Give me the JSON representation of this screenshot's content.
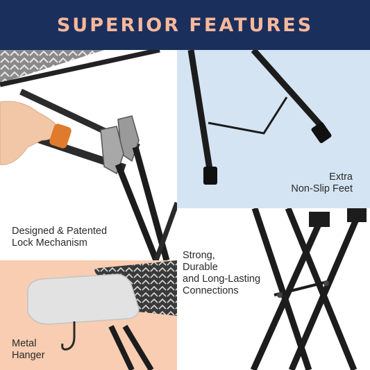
{
  "banner": {
    "title": "SUPERIOR FEATURES"
  },
  "features": {
    "lock": {
      "line1": "Designed & Patented",
      "line2": "Lock Mechanism"
    },
    "feet": {
      "line1": "Extra",
      "line2": "Non-Slip Feet"
    },
    "connections": {
      "line1": "Strong,",
      "line2": "Durable",
      "line3": "and Long-Lasting",
      "line4": "Connections"
    },
    "hanger": {
      "line1": "Metal",
      "line2": "Hanger"
    }
  },
  "colors": {
    "banner_bg": "#1b2f5c",
    "banner_text": "#f6b89c",
    "feet_panel_bg": "#d4e4f2",
    "hanger_panel_bg": "#f8cdb1",
    "frame_black": "#1c1c1c",
    "lock_grip_orange": "#e07a2c"
  }
}
